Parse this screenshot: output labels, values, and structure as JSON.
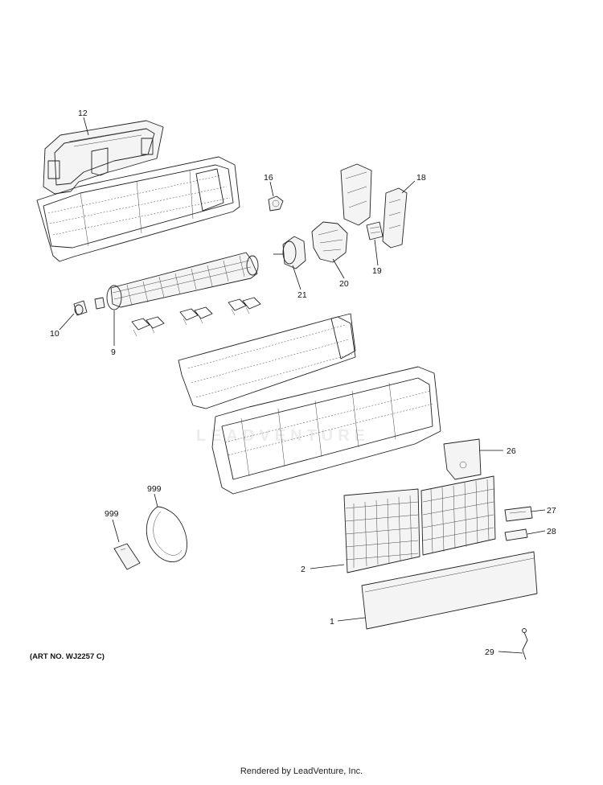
{
  "diagram": {
    "art_number": "(ART NO. WJ2257 C)",
    "footer": "Rendered by LeadVenture, Inc.",
    "watermark": "LEADVENTURE",
    "callouts": {
      "p1": "1",
      "p2": "2",
      "p9": "9",
      "p10": "10",
      "p12": "12",
      "p16": "16",
      "p18": "18",
      "p19": "19",
      "p20": "20",
      "p21": "21",
      "p26": "26",
      "p27": "27",
      "p28": "28",
      "p29": "29",
      "p999a": "999",
      "p999b": "999"
    }
  }
}
